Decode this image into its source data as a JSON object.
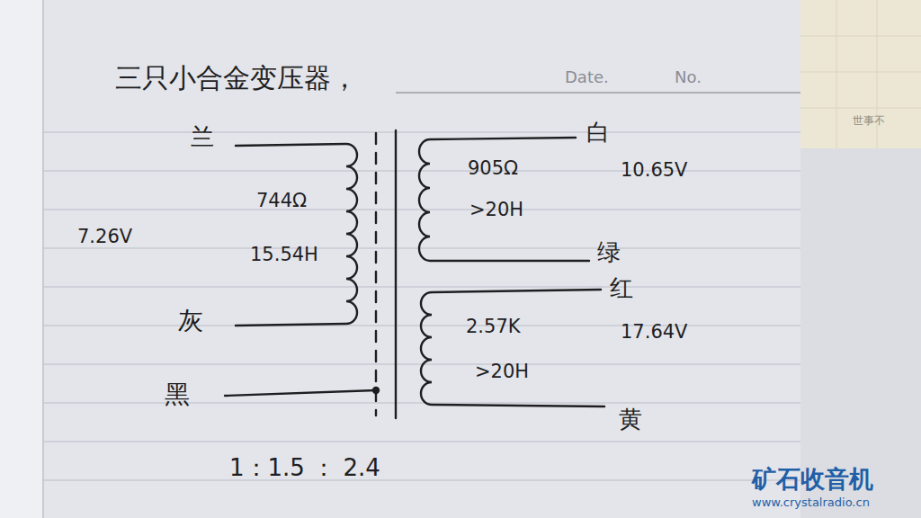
{
  "diagram": {
    "title": "三只小合金变压器，",
    "labels": [
      "Date.",
      "No.",
      "兰",
      "744Ω",
      "15.54H",
      "7.26V",
      "灰",
      "黑",
      "白",
      "905Ω",
      ">20H",
      "10.65V",
      "绿",
      "红",
      "2.57K",
      ">20H",
      "17.64V",
      "黄",
      "1：1.5 ： 2.4",
      "世事不",
      "矿石收音机",
      "www.crystalradio.cn"
    ]
  }
}
